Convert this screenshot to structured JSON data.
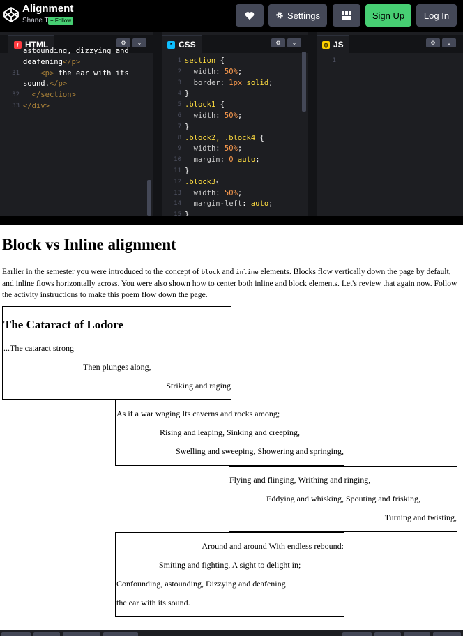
{
  "header": {
    "title": "Alignment",
    "author": "Shane T",
    "follow_label": "+ Follow",
    "settings_label": "Settings",
    "signup_label": "Sign Up",
    "login_label": "Log In"
  },
  "colors": {
    "accent_green": "#47cf73",
    "button_gray": "#444857",
    "editor_bg": "#1d1e22",
    "html_badge": "#ff3c41",
    "css_badge": "#0ebeff",
    "js_badge": "#fcd000"
  },
  "editors": {
    "html": {
      "tab_label": "HTML",
      "lines": [
        {
          "num": "",
          "text": "astounding, dizzying and"
        },
        {
          "num": "",
          "text": "deafening</p>"
        },
        {
          "num": "31",
          "text": "    <p> the ear with its"
        },
        {
          "num": "",
          "text": "sound.</p>"
        },
        {
          "num": "32",
          "text": "  </section>"
        },
        {
          "num": "33",
          "text": "</div>"
        }
      ]
    },
    "css": {
      "tab_label": "CSS",
      "lines": [
        {
          "num": "1",
          "text": "section {"
        },
        {
          "num": "2",
          "text": "  width: 50%;"
        },
        {
          "num": "3",
          "text": "  border: 1px solid;"
        },
        {
          "num": "4",
          "text": "}"
        },
        {
          "num": "5",
          "text": ".block1 {"
        },
        {
          "num": "6",
          "text": "  width: 50%;"
        },
        {
          "num": "7",
          "text": "}"
        },
        {
          "num": "8",
          "text": ".block2, .block4 {"
        },
        {
          "num": "9",
          "text": "  width: 50%;"
        },
        {
          "num": "10",
          "text": "  margin: 0 auto;"
        },
        {
          "num": "11",
          "text": "}"
        },
        {
          "num": "12",
          "text": ".block3{"
        },
        {
          "num": "13",
          "text": "  width: 50%;"
        },
        {
          "num": "14",
          "text": "  margin-left: auto;"
        },
        {
          "num": "15",
          "text": "}"
        }
      ]
    },
    "js": {
      "tab_label": "JS",
      "lines": [
        {
          "num": "1",
          "text": ""
        }
      ]
    }
  },
  "preview": {
    "heading": "Block vs Inline alignment",
    "intro_before_block": "Earlier in the semester you were introduced to the concept of ",
    "intro_block_code": "block",
    "intro_and": " and ",
    "intro_inline_code": "inline",
    "intro_after": " elements. Blocks flow vertically down the page by default, and inline flows horizontally across. You were also shown how to center both inline and block elements. Let's review that again now. Follow the activity instructions to make this poem flow down the page.",
    "block1": {
      "title": "The Cataract of Lodore",
      "lines": [
        "...The cataract strong",
        "Then plunges along,",
        "Striking and raging"
      ]
    },
    "block2": {
      "lines": [
        "As if a war waging Its caverns and rocks among;",
        "Rising and leaping, Sinking and creeping,",
        "Swelling and sweeping, Showering and springing,"
      ]
    },
    "block3": {
      "lines": [
        "Flying and flinging, Writhing and ringing,",
        "Eddying and whisking, Spouting and frisking,",
        "Turning and twisting,"
      ]
    },
    "block4": {
      "lines": [
        "Around and around With endless rebound:",
        "Smiting and fighting, A sight to delight in;",
        "Confounding, astounding, Dizzying and deafening",
        "the ear with its sound."
      ]
    }
  }
}
